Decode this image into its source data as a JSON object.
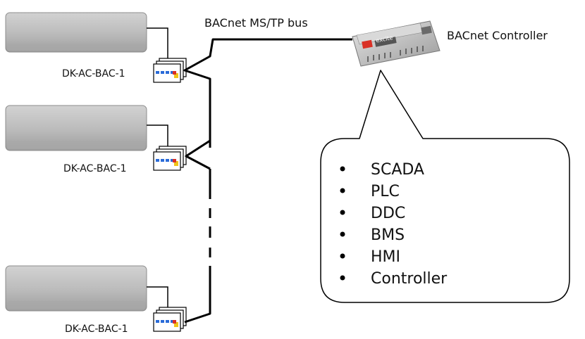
{
  "bus_label": "BACnet MS/TP bus",
  "controller_label": "BACnet Controller",
  "controller_brand": "excite",
  "gateways": [
    {
      "label": "DK-AC-BAC-1"
    },
    {
      "label": "DK-AC-BAC-1"
    },
    {
      "label": "DK-AC-BAC-1"
    }
  ],
  "callout_items": [
    "SCADA",
    "PLC",
    "DDC",
    "BMS",
    "HMI",
    "Controller"
  ],
  "colors": {
    "line": "#000000",
    "ac_unit": "#b9b9b9",
    "gateway_led_blue": "#2a6bd8",
    "gateway_led_red": "#d93025",
    "gateway_led_yellow": "#f0c419"
  }
}
